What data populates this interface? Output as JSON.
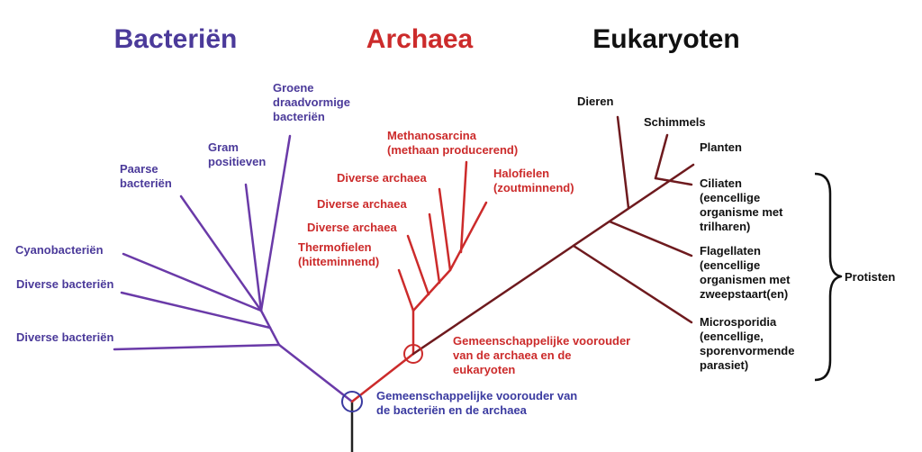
{
  "colors": {
    "bacteria": "#4b3a9a",
    "bacteria_line": "#6a3aa8",
    "archaea": "#cc2b2b",
    "eukaryota": "#111111",
    "eukaryota_line": "#6e1a1e"
  },
  "headings": {
    "bacteria": "Bacteriën",
    "archaea": "Archaea",
    "eukaryota": "Eukaryoten"
  },
  "bacteria": {
    "green_filamentous": [
      "Groene",
      "draadvormige",
      "bacteriën"
    ],
    "gram_positive": [
      "Gram",
      "positieven"
    ],
    "purple": [
      "Paarse",
      "bacteriën"
    ],
    "cyanobacteria": "Cyanobacteriën",
    "diverse_1": "Diverse bacteriën",
    "diverse_2": "Diverse bacteriën"
  },
  "archaea": {
    "methanosarcina": [
      "Methanosarcina",
      "(methaan producerend)"
    ],
    "halophiles": [
      "Halofielen",
      "(zoutminnend)"
    ],
    "diverse_1": "Diverse archaea",
    "diverse_2": "Diverse archaea",
    "diverse_3": "Diverse archaea",
    "thermophiles": [
      "Thermofielen",
      "(hitteminnend)"
    ]
  },
  "eukaryota": {
    "animals": "Dieren",
    "fungi": "Schimmels",
    "plants": "Planten",
    "ciliates": [
      "Ciliaten",
      "(eencellige",
      "organisme met",
      "trilharen)"
    ],
    "flagellates": [
      "Flagellaten",
      "(eencellige",
      "organismen met",
      "zweepstaart(en)"
    ],
    "microsporidia": [
      "Microsporidia",
      "(eencellige,",
      "sporenvormende",
      "parasiet)"
    ],
    "protists": "Protisten"
  },
  "ancestors": {
    "archaea_eukaryota": [
      "Gemeenschappelijke voorouder",
      "van de archaea en de",
      "eukaryoten"
    ],
    "bacteria_archaea": [
      "Gemeenschappelijke voorouder van",
      "de bacteriën en de archaea"
    ]
  }
}
